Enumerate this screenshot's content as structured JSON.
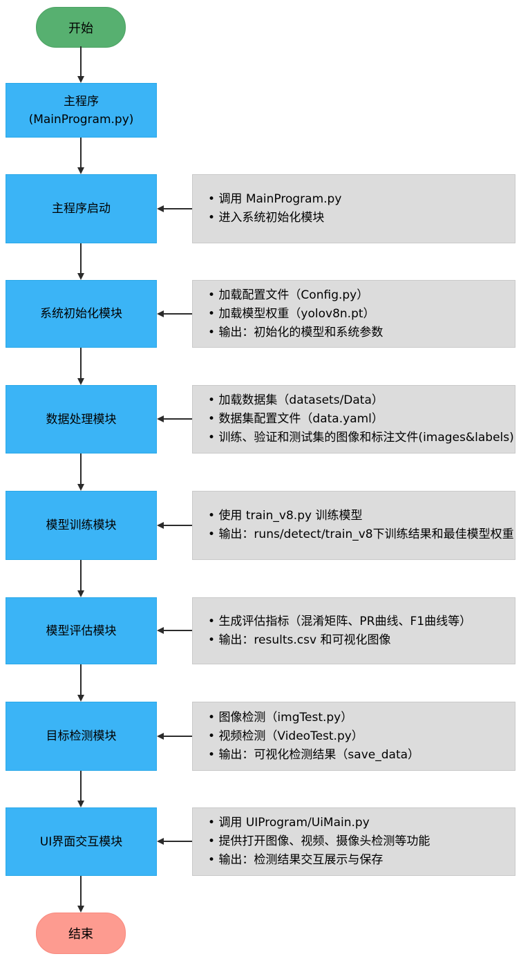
{
  "colors": {
    "process_fill": "#3BB4F6",
    "process_border": "#29A8E8",
    "note_fill": "#DCDCDC",
    "note_border": "#C9C9C9",
    "start_fill": "#57B070",
    "start_border": "#4CA263",
    "end_fill": "#FD9B90",
    "end_border": "#F8897E",
    "arrow": "#2B2B2B",
    "text": "#000000"
  },
  "flow": {
    "start_label": "开始",
    "end_label": "结束",
    "main_node": {
      "line1": "主程序",
      "line2": "(MainProgram.py)"
    },
    "steps": [
      {
        "label": "主程序启动",
        "bullets": [
          "调用 MainProgram.py",
          "进入系统初始化模块"
        ]
      },
      {
        "label": "系统初始化模块",
        "bullets": [
          "加载配置文件（Config.py）",
          "加载模型权重（yolov8n.pt）",
          "输出：初始化的模型和系统参数"
        ]
      },
      {
        "label": "数据处理模块",
        "bullets": [
          "加载数据集（datasets/Data）",
          "数据集配置文件（data.yaml）",
          "训练、验证和测试集的图像和标注文件(images&labels)"
        ]
      },
      {
        "label": "模型训练模块",
        "bullets": [
          "使用 train_v8.py 训练模型",
          "输出：runs/detect/train_v8下训练结果和最佳模型权重"
        ]
      },
      {
        "label": "模型评估模块",
        "bullets": [
          "生成评估指标（混淆矩阵、PR曲线、F1曲线等）",
          "输出：results.csv 和可视化图像"
        ]
      },
      {
        "label": "目标检测模块",
        "bullets": [
          "图像检测（imgTest.py）",
          "视频检测（VideoTest.py）",
          "输出：可视化检测结果（save_data）"
        ]
      },
      {
        "label": "UI界面交互模块",
        "bullets": [
          "调用 UIProgram/UiMain.py",
          "提供打开图像、视频、摄像头检测等功能",
          "输出：检测结果交互展示与保存"
        ]
      }
    ]
  }
}
